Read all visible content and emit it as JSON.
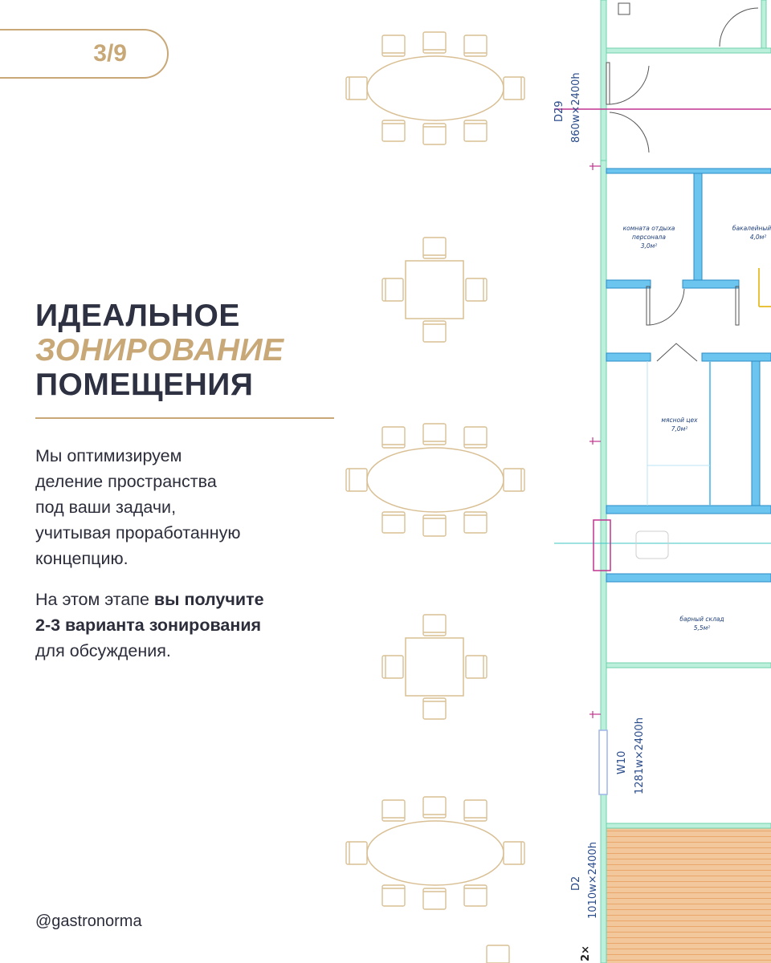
{
  "badge": {
    "page": "3/9"
  },
  "headline": {
    "line1": "ИДЕАЛЬНОЕ",
    "line2": "ЗОНИРОВАНИЕ",
    "line3": "ПОМЕЩЕНИЯ"
  },
  "paragraph1": {
    "l1": "Мы оптимизируем",
    "l2": "деление пространства",
    "l3": "под ваши задачи,",
    "l4": "учитывая проработанную",
    "l5": "концепцию."
  },
  "paragraph2": {
    "l1a": "На этом этапе ",
    "l1b": "вы получите",
    "l2": "2-3 варианта зонирования",
    "l3": "для обсуждения."
  },
  "handle": "@gastronorma",
  "plan": {
    "rooms": [
      {
        "name": "комната отдыха",
        "name2": "персонала",
        "area": "3,0м²"
      },
      {
        "name": "бакалейный",
        "area": "4,0м²"
      },
      {
        "name": "мясной цех",
        "area": "7,0м²"
      },
      {
        "name": "барный склад",
        "area": "5,5м²"
      }
    ],
    "openings": [
      {
        "id": "D29",
        "size": "860w×2400h"
      },
      {
        "id": "W10",
        "size": "1281w×2400h"
      },
      {
        "id": "D2",
        "size": "1010w×2400h"
      }
    ],
    "corner_mark": "2×"
  },
  "colors": {
    "gold": "#c9a878",
    "text": "#2b2d3a",
    "wall_blue": "#3a9fd6",
    "wall_green": "#7fd9b8",
    "accent_magenta": "#c0348f",
    "floor_wood": "#e8a66a"
  }
}
